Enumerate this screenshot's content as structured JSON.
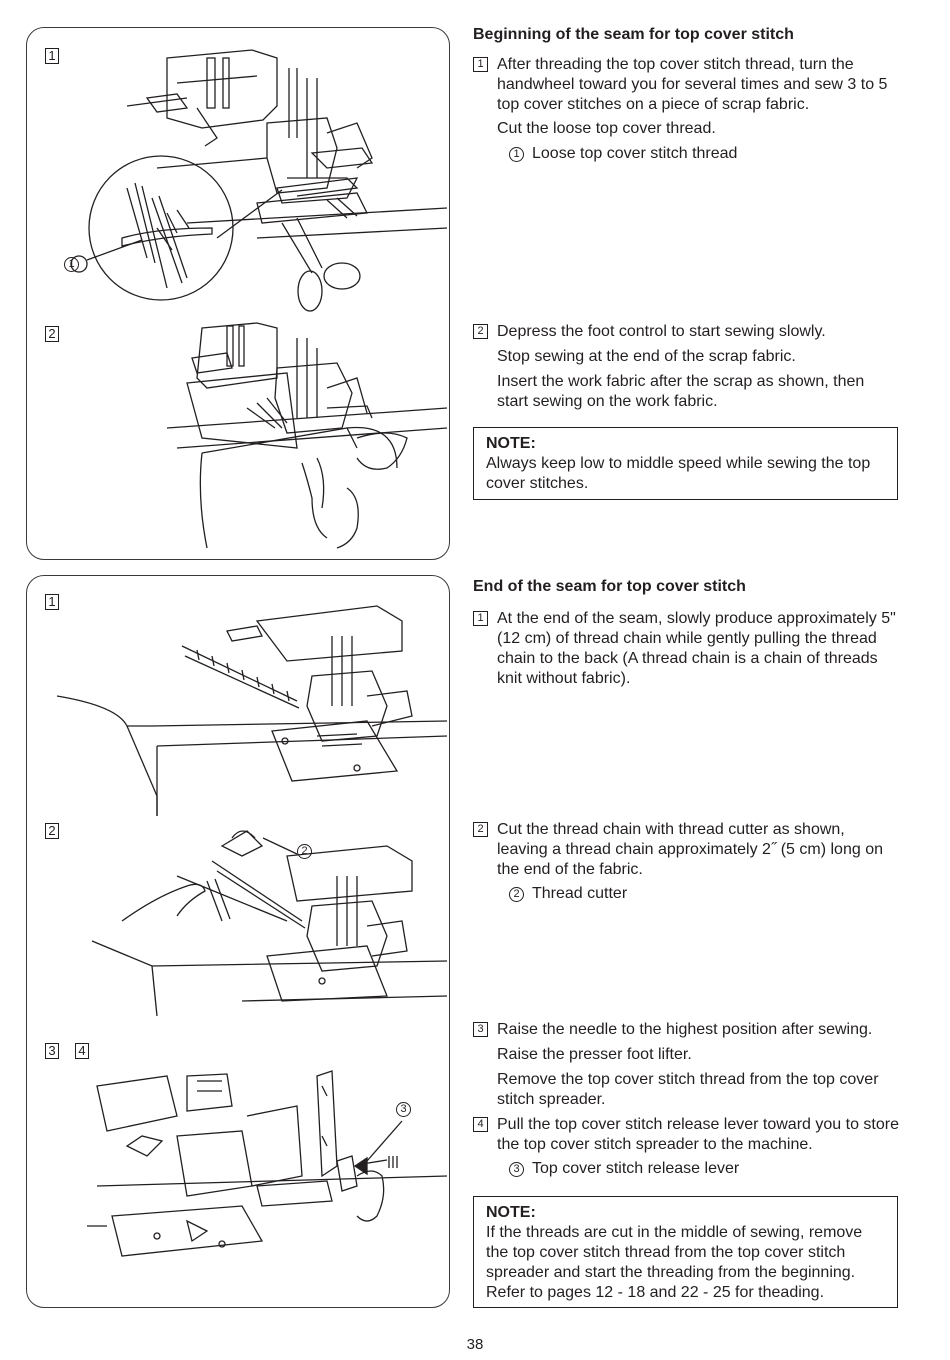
{
  "section1": {
    "title": "Beginning of the seam for top cover stitch",
    "fig1_label": "1",
    "fig2_label": "2",
    "callout1": "1",
    "step1": {
      "num": "1",
      "text": "After threading the top cover stitch thread, turn the handwheel toward you for several times and sew 3 to 5 top cover stitches on a piece of scrap fabric.",
      "para": "Cut the loose top cover thread.",
      "callout_num": "1",
      "callout_text": "Loose top cover stitch thread"
    },
    "step2": {
      "num": "2",
      "text": "Depress the foot control to start sewing slowly.",
      "para1": "Stop sewing at the end of the scrap fabric.",
      "para2": "Insert the work fabric after the scrap as shown, then start sewing on the work fabric."
    },
    "note": {
      "heading": "NOTE:",
      "text": "Always keep low to middle speed while sewing the top cover stitches."
    }
  },
  "section2": {
    "title": "End of the seam for top cover stitch",
    "fig1_label": "1",
    "fig2_label": "2",
    "fig3_label": "3",
    "fig4_label": "4",
    "callout2": "2",
    "callout3": "3",
    "step1": {
      "num": "1",
      "text": "At the end of the seam, slowly produce approximately 5\" (12 cm) of thread chain while gently pulling the thread chain to the back (A thread chain is a chain of threads knit without fabric)."
    },
    "step2": {
      "num": "2",
      "text": "Cut the thread chain with thread cutter as shown, leaving a thread chain approximately 2˝ (5 cm) long on the end of the fabric.",
      "callout_num": "2",
      "callout_text": "Thread cutter"
    },
    "step3": {
      "num": "3",
      "text": "Raise the needle to the highest position after sewing.",
      "para1": "Raise the presser foot lifter.",
      "para2": "Remove the top cover stitch thread from the top cover stitch spreader."
    },
    "step4": {
      "num": "4",
      "text": "Pull the top cover stitch release lever toward you to store the top cover stitch spreader to the machine.",
      "callout_num": "3",
      "callout_text": "Top cover stitch release lever"
    },
    "note": {
      "heading": "NOTE:",
      "text": "If the threads are cut in the middle of sewing, remove the top cover stitch thread from the top cover stitch spreader and start the threading from the beginning. Refer to pages 12 - 18 and 22 - 25 for theading."
    }
  },
  "page_number": "38"
}
